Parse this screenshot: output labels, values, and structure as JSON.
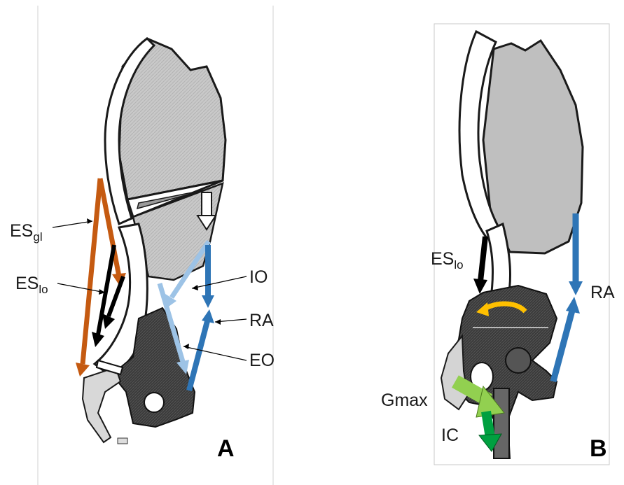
{
  "panels": [
    {
      "id": "A",
      "letter": "A",
      "labels": {
        "es_gl_main": "ES",
        "es_gl_sub": "gl",
        "es_lo_main": "ES",
        "es_lo_sub": "lo",
        "io": "IO",
        "ra": "RA",
        "eo": "EO"
      }
    },
    {
      "id": "B",
      "letter": "B",
      "labels": {
        "es_lo_main": "ES",
        "es_lo_sub": "lo",
        "ra": "RA",
        "gmax": "Gmax",
        "ic": "IC"
      }
    }
  ],
  "colors": {
    "es_gl": "#c55a11",
    "es_lo": "#000000",
    "io": "#9dc3e6",
    "ra": "#2e75b6",
    "eo": "#9dc3e6",
    "gmax": "#92d050",
    "ic": "#00a040",
    "rotation": "#ffc000"
  }
}
